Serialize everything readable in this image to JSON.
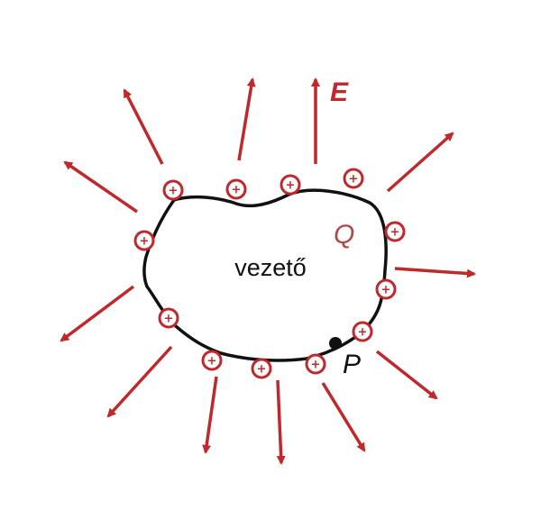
{
  "labels": {
    "conductor": "vezető",
    "field": "E",
    "charge": "Q",
    "point": "P",
    "plus_sign": "+"
  },
  "colors": {
    "field_arrow": "#c0282b",
    "charge": "#c0282b",
    "outline": "#111111",
    "label_Q": "#b04a48"
  },
  "icons": {
    "charge_symbol": "circled-plus-icon",
    "point_marker": "filled-dot-icon"
  }
}
